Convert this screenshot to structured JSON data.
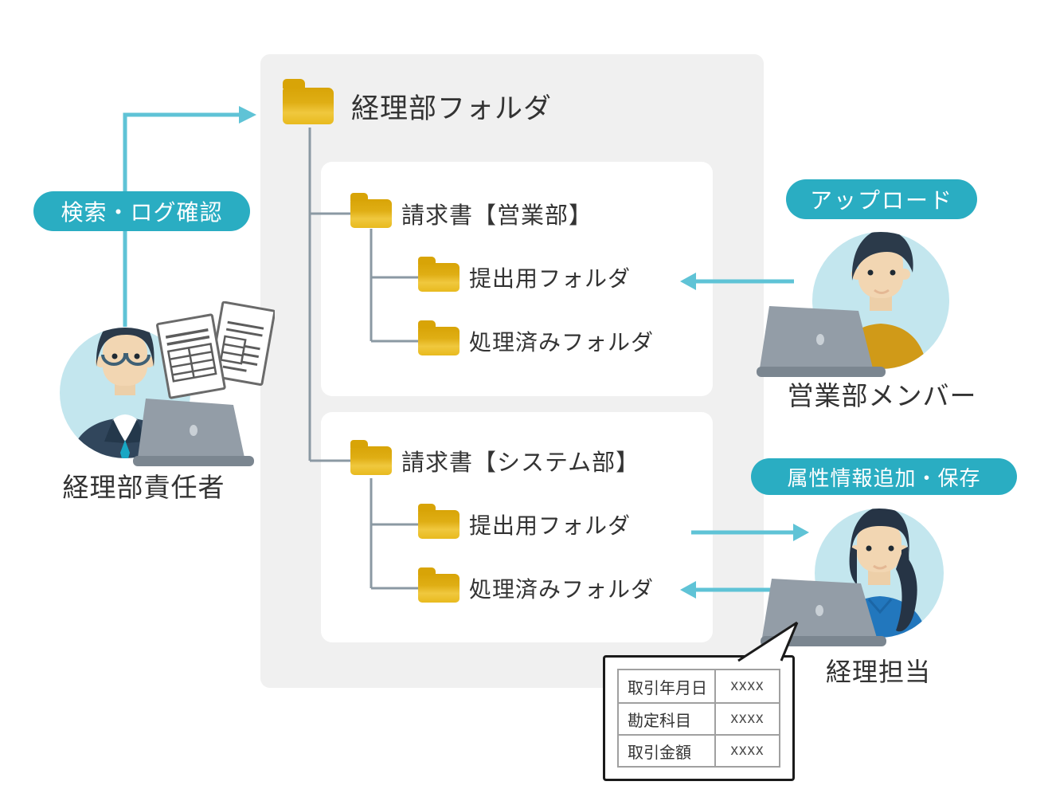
{
  "tree": {
    "root": "経理部フォルダ",
    "groups": [
      {
        "title": "請求書【営業部】",
        "children": [
          "提出用フォルダ",
          "処理済みフォルダ"
        ]
      },
      {
        "title": "請求書【システム部】",
        "children": [
          "提出用フォルダ",
          "処理済みフォルダ"
        ]
      }
    ]
  },
  "actors": {
    "manager": {
      "badge": "検索・ログ確認",
      "name": "経理部責任者"
    },
    "sales": {
      "badge": "アップロード",
      "name": "営業部メンバー"
    },
    "accounting": {
      "badge": "属性情報追加・保存",
      "name": "経理担当"
    }
  },
  "callout_table": {
    "rows": [
      {
        "label": "取引年月日",
        "value": "xxxx"
      },
      {
        "label": "勘定科目",
        "value": "xxxx"
      },
      {
        "label": "取引金額",
        "value": "xxxx"
      }
    ]
  },
  "icons": {
    "folder": "folder-icon",
    "documents": "documents-icon",
    "laptop": "laptop-icon"
  },
  "colors": {
    "badge_teal": "#2aadc2",
    "arrow_teal": "#5fc3d6",
    "folder_gold": "#e3b01a",
    "avatar_circle_blue": "#c3e6ee",
    "panel_gray": "#f0f0f0",
    "tree_line_gray": "#8b99a3",
    "text": "#333333"
  }
}
